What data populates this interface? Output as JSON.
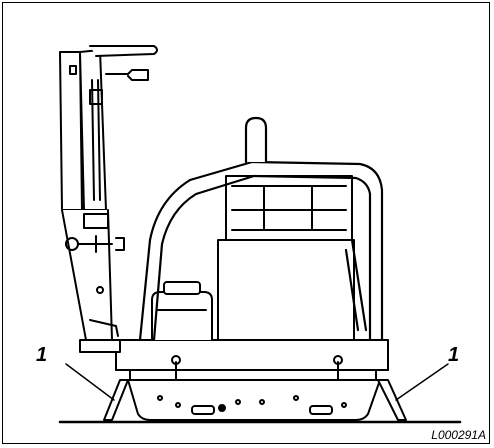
{
  "figure": {
    "callout_left": "1",
    "callout_right": "1",
    "figure_id": "L000291A"
  },
  "colors": {
    "line": "#000000",
    "background": "#ffffff"
  },
  "parts": [
    "handle-guide-bar",
    "roll-cage",
    "engine",
    "fuel-tank",
    "base-plate",
    "rubber-buffer-left",
    "rubber-buffer-right",
    "ground-line"
  ]
}
